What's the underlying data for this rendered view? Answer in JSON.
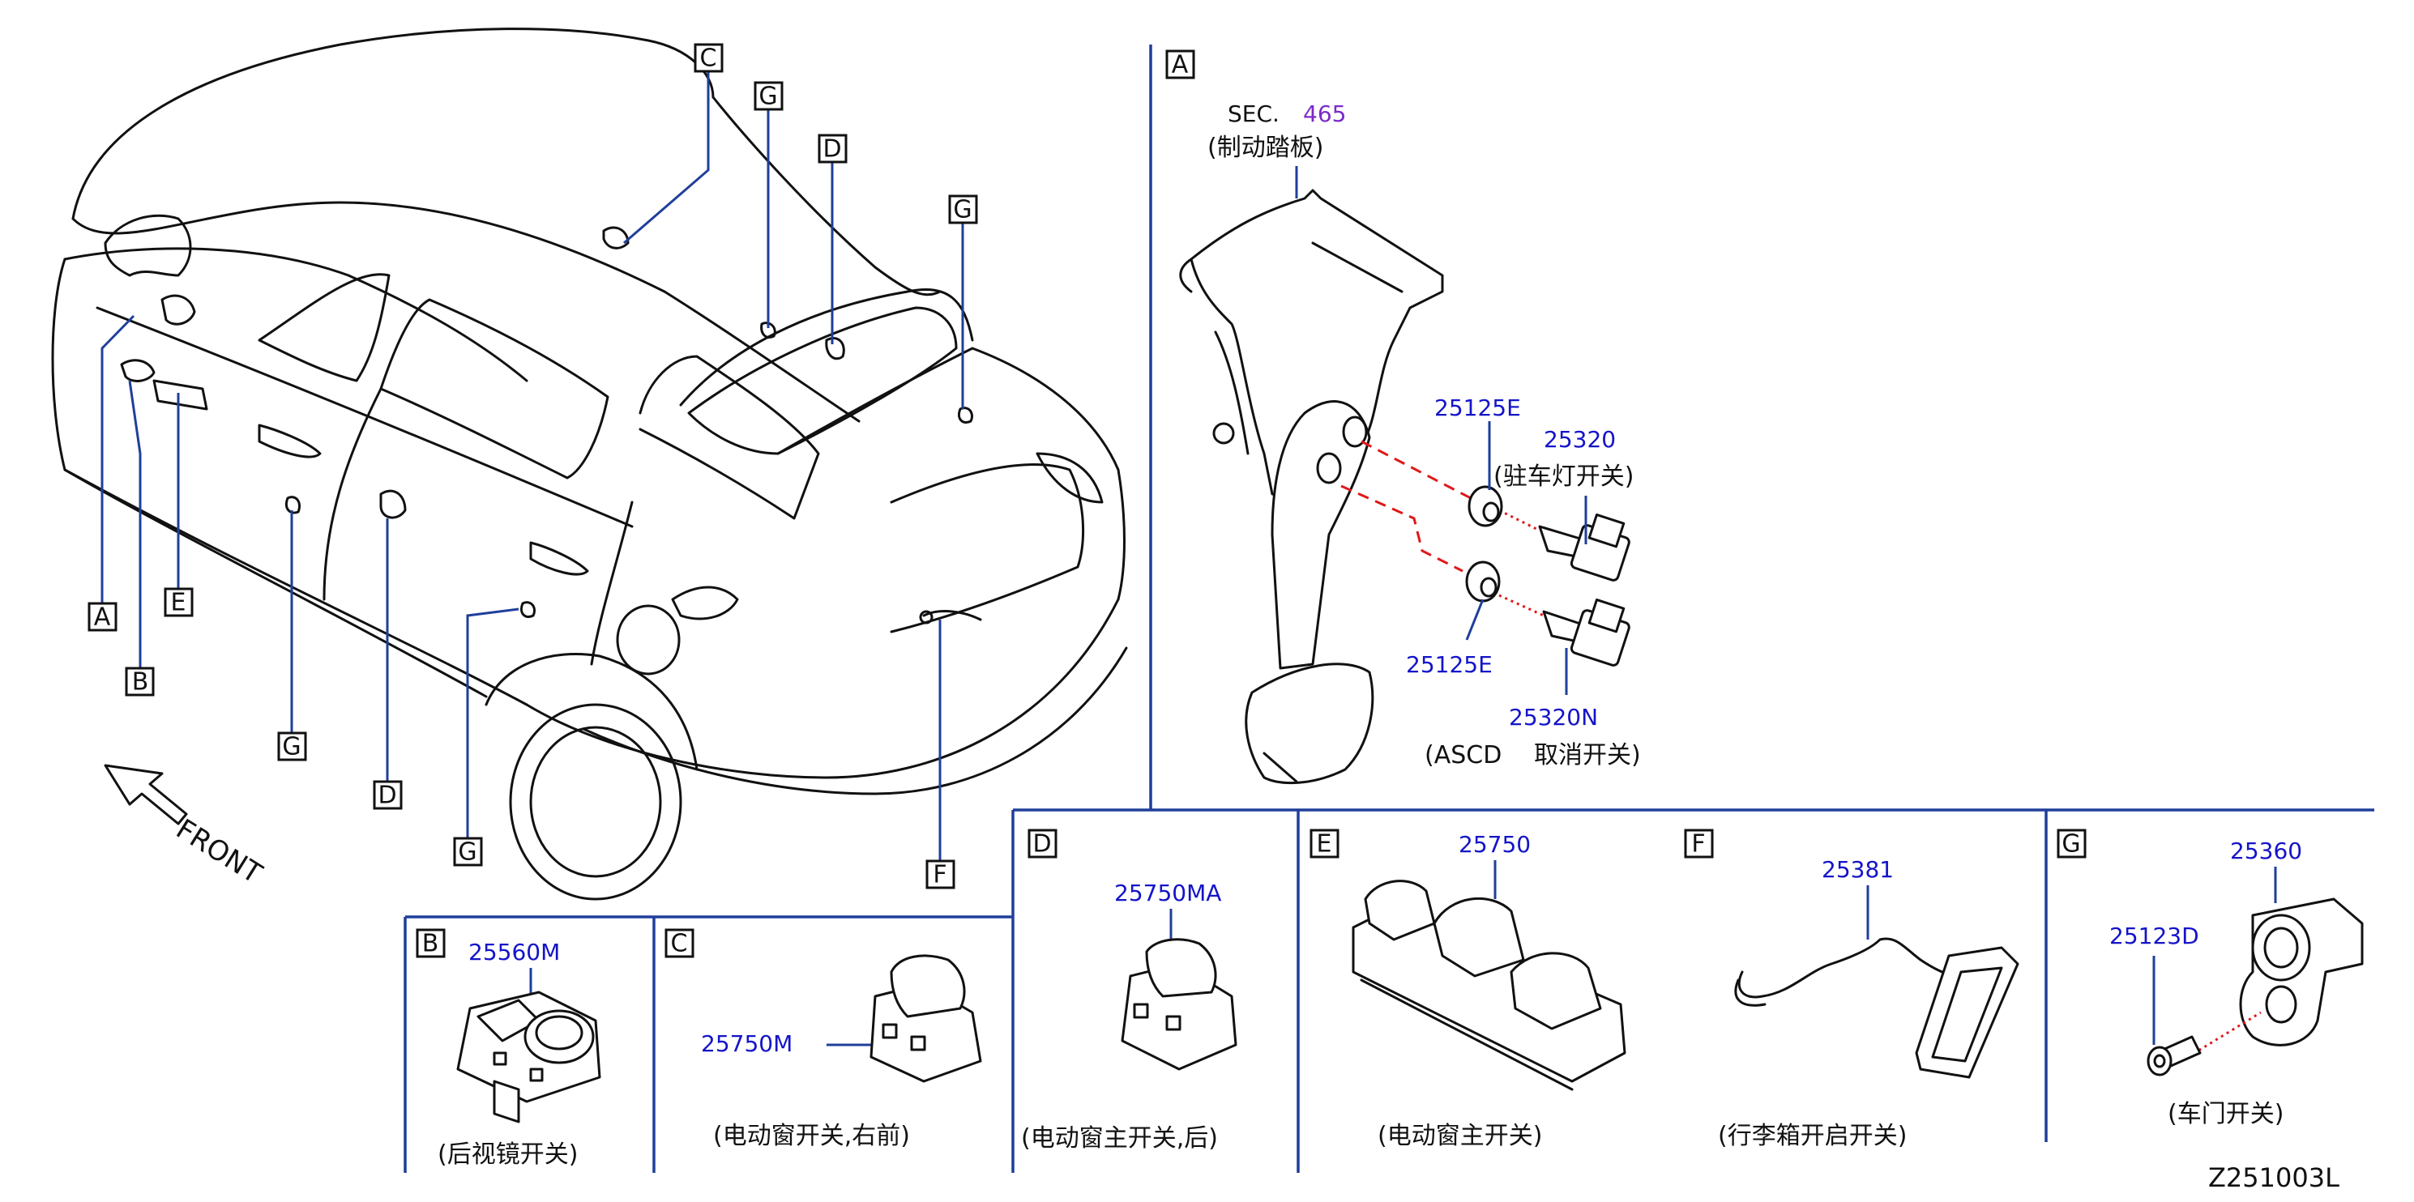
{
  "labels": {
    "A": "A",
    "B": "B",
    "C": "C",
    "D": "D",
    "E": "E",
    "F": "F",
    "G": "G"
  },
  "front_label": "FRONT",
  "sec_prefix": "SEC.",
  "sec_number": "465",
  "brake_pedal_caption": "(制动踏板)",
  "parts": {
    "p25125E_upper": "25125E",
    "p25320": "25320",
    "p25320_caption": "(驻车灯开关)",
    "p25125E_lower": "25125E",
    "p25320N": "25320N",
    "p25320N_caption_left": "(ASCD",
    "p25320N_caption_right": "取消开关)",
    "p25560M": "25560M",
    "p25560M_caption": "(后视镜开关)",
    "p25750M": "25750M",
    "p25750M_caption": "(电动窗开关,右前)",
    "p25750MA": "25750MA",
    "p25750MA_caption": "(电动窗主开关,后)",
    "p25750": "25750",
    "p25750_caption": "(电动窗主开关)",
    "p25381": "25381",
    "p25381_caption": "(行李箱开启开关)",
    "p25360": "25360",
    "p25123D": "25123D",
    "p25360_caption": "(车门开关)"
  },
  "diagram_code": "Z251003L",
  "colors": {
    "part_number": "#1414c8",
    "section_number": "#7a2cc8",
    "leader": "#1f3f9a",
    "dashed_link": "#e01818"
  }
}
